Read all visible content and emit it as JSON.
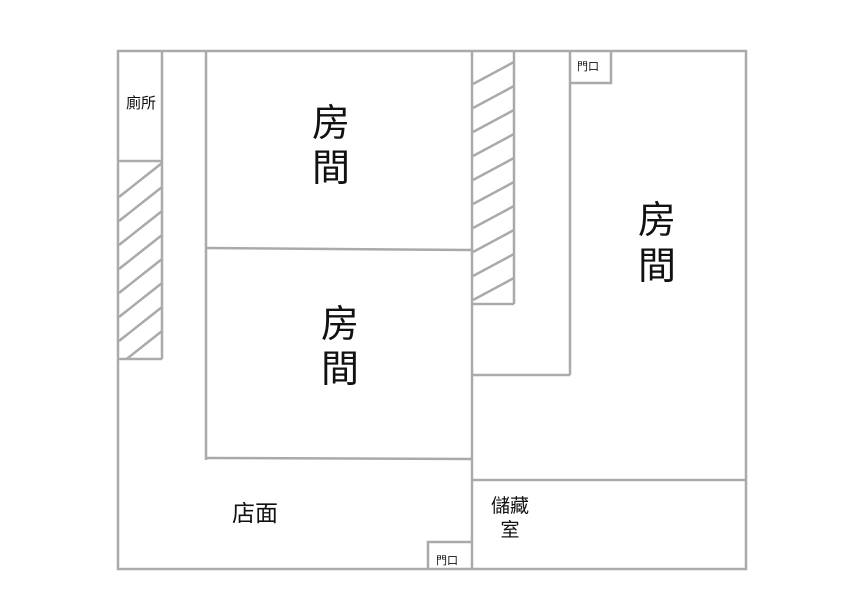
{
  "colors": {
    "wall": "#aaaaaa",
    "text": "#111111",
    "background": "#ffffff"
  },
  "labels": {
    "toilet": "廁所",
    "room_top_middle": [
      "房",
      "間"
    ],
    "room_lower_middle": [
      "房",
      "間"
    ],
    "room_right": [
      "房",
      "間"
    ],
    "door_top": "門口",
    "door_bottom": "門口",
    "storefront": "店面",
    "storage": [
      "儲藏",
      "室"
    ]
  }
}
